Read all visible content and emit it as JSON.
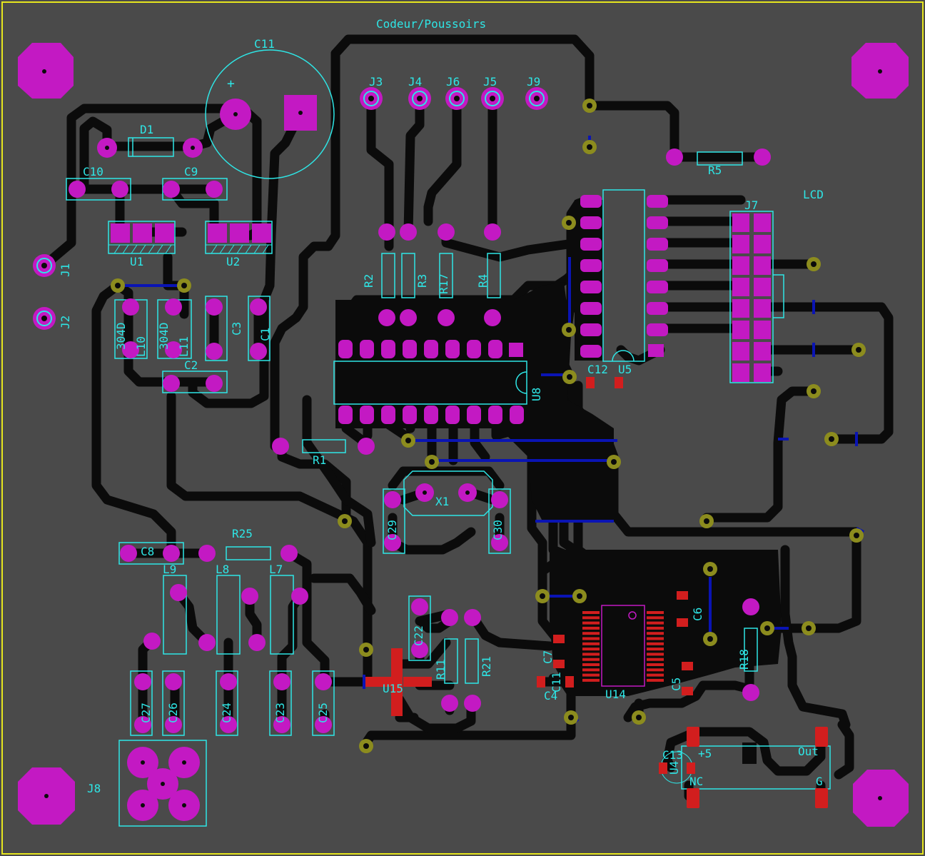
{
  "colors": {
    "background": "#4a4a4a",
    "outline": "#e6e61e",
    "trace": "#0b0b0b",
    "pad": "#c319c3",
    "via": "#8c8c1e",
    "silk": "#2ee6e6",
    "smd": "#d21e1e",
    "bottom_trace": "#0a14b4"
  },
  "board": {
    "header_label": "Codeur/Poussoirs",
    "lcd_label": "LCD"
  },
  "labels": {
    "c11": "C11",
    "c11_plus": "+",
    "d1": "D1",
    "c10": "C10",
    "c9": "C9",
    "u1": "U1",
    "u2": "U2",
    "j1": "J1",
    "j2": "J2",
    "j3": "J3",
    "j4": "J4",
    "j6": "J6",
    "j5": "J5",
    "j9": "J9",
    "r5": "R5",
    "j7": "J7",
    "r2": "R2",
    "r3": "R3",
    "r17": "R17",
    "r4": "R4",
    "l10": "L10",
    "l11": "L11",
    "l10_val": "304D",
    "l11_val": "304D",
    "c3": "C3",
    "c1": "C1",
    "c2": "C2",
    "u8": "U8",
    "c12": "C12",
    "u5": "U5",
    "r1": "R1",
    "x1": "X1",
    "c29": "C29",
    "c30": "C30",
    "r25": "R25",
    "c8": "C8",
    "l9": "L9",
    "l8": "L8",
    "l7": "L7",
    "c22": "C22",
    "r11": "R11",
    "r21": "R21",
    "u15": "U15",
    "c27": "C27",
    "c26": "C26",
    "c24": "C24",
    "c23": "C23",
    "c25": "C25",
    "j8": "J8",
    "c7": "C7",
    "c11b": "C11",
    "c4": "C4",
    "u14": "U14",
    "c6": "C6",
    "c5": "C5",
    "r18": "R18",
    "c13": "C13",
    "u4": "U4",
    "plus5": "+5",
    "out": "Out",
    "nc": "NC",
    "g": "G"
  }
}
